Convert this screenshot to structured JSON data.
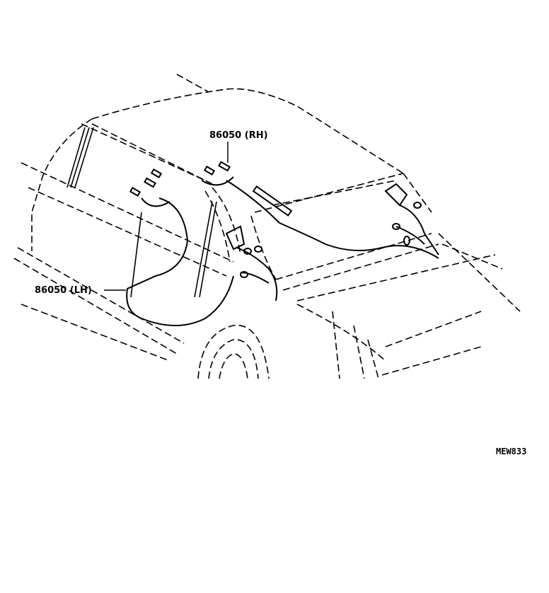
{
  "diagram": {
    "type": "exploded parts diagram",
    "subject": "vehicle rear body with wiring harness / antenna cords",
    "callouts": [
      {
        "id": "rh",
        "label": "86050 (RH)",
        "part_number": "86050",
        "side": "RH"
      },
      {
        "id": "lh",
        "label": "86050 (LH)",
        "part_number": "86050",
        "side": "LH"
      }
    ],
    "reference_code": "MEW833"
  }
}
